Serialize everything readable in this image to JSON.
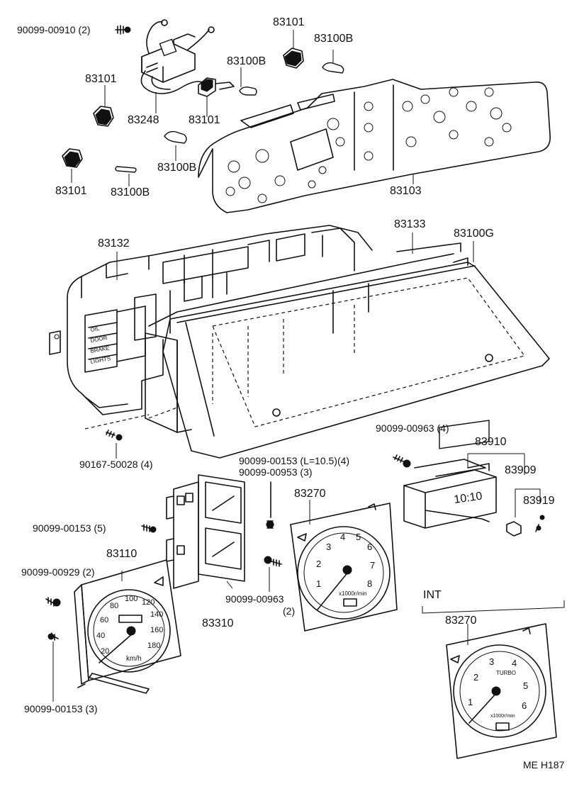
{
  "labels": {
    "p90099_00910": "90099-00910 (2)",
    "p83101_top": "83101",
    "p83100b_top": "83100B",
    "p83100b_mid": "83100B",
    "p83101_left": "83101",
    "p83248": "83248",
    "p83101_mid": "83101",
    "p83100b_lower": "83100B",
    "p83101_lowleft": "83101",
    "p83100b_lowleft": "83100B",
    "p83103": "83103",
    "p83132": "83132",
    "p83133": "83133",
    "p83100g": "83100G",
    "p90167": "90167-50028 (4)",
    "p90099_00963_4": "90099-00963 (4)",
    "p83910": "83910",
    "p83909": "83909",
    "p83919": "83919",
    "p90099_00153_l": "90099-00153 (L=10.5)(4)",
    "p90099_00953": "90099-00953 (3)",
    "p83270": "83270",
    "p90099_00153_5": "90099-00153 (5)",
    "p83110": "83110",
    "p90099_00929": "90099-00929 (2)",
    "p90099_00963_2a": "90099-00963",
    "p90099_00963_2b": "(2)",
    "p83310": "83310",
    "int": "INT",
    "p83270_int": "83270",
    "p90099_00153_3": "90099-00153 (3)",
    "ref": "ME H187"
  },
  "warning_labels": [
    "OIL",
    "DOOR",
    "BRAKE",
    "LIGHTS"
  ],
  "clock_display": "10:10",
  "speedometer": {
    "ticks": [
      "20",
      "40",
      "60",
      "80",
      "100",
      "120",
      "140",
      "160",
      "180"
    ],
    "unit": "km/h"
  },
  "tachometer": {
    "ticks": [
      "1",
      "2",
      "3",
      "4",
      "5",
      "6",
      "7",
      "8"
    ],
    "unit": "x1000r/min"
  },
  "tachometer_int": {
    "ticks": [
      "1",
      "2",
      "3",
      "4",
      "5",
      "6"
    ],
    "unit": "x1000r/min",
    "turbo": "TURBO"
  }
}
